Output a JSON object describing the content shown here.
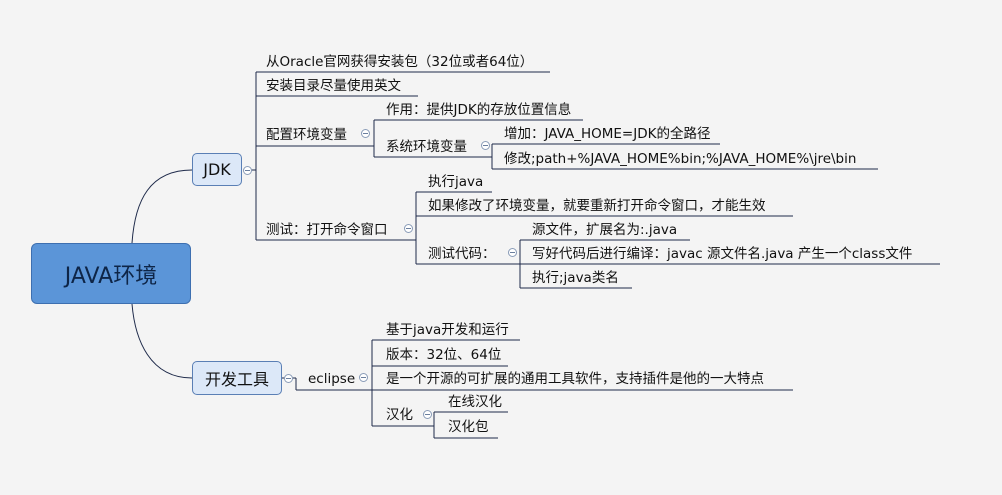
{
  "root": "JAVA环境",
  "jdk": {
    "label": "JDK",
    "download": "从Oracle官网获得安装包（32位或者64位）",
    "install_dir": "安装目录尽量使用英文",
    "env": {
      "label": "配置环境变量",
      "purpose": "作用：提供JDK的存放位置信息",
      "sys": {
        "label": "系统环境变量",
        "add": "增加：JAVA_HOME=JDK的全路径",
        "modify": "修改;path+%JAVA_HOME%bin;%JAVA_HOME%\\jre\\bin"
      }
    },
    "test": {
      "label": "测试：打开命令窗口",
      "exec": "执行java",
      "reopen": "如果修改了环境变量，就要重新打开命令窗口，才能生效",
      "code": {
        "label": "测试代码：",
        "source": "源文件，扩展名为:.java",
        "compile": "写好代码后进行编译：javac 源文件名.java  产生一个class文件",
        "run": "执行;java类名"
      }
    }
  },
  "tools": {
    "label": "开发工具",
    "eclipse": {
      "label": "eclipse",
      "based": "基于java开发和运行",
      "version": "版本：32位、64位",
      "desc": "是一个开源的可扩展的通用工具软件，支持插件是他的一大特点",
      "hanhua": {
        "label": "汉化",
        "online": "在线汉化",
        "pack": "汉化包"
      }
    }
  },
  "colors": {
    "root_fill": "#5b95d8",
    "main_fill": "#dce8f8",
    "line": "#1e2a4a",
    "background": "#f4f4f4"
  }
}
